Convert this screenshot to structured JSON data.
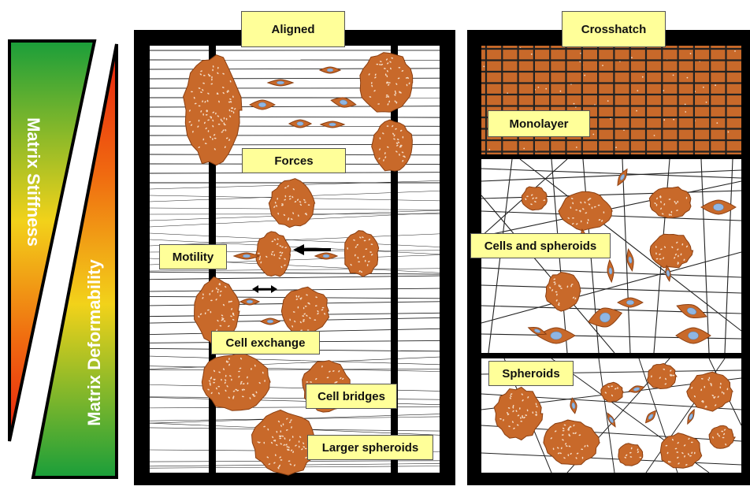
{
  "gradients": {
    "stiffness": {
      "label": "Matrix Stiffness",
      "colors": [
        "#1a9e3a",
        "#f2d21a",
        "#f06a10",
        "#e81e0e"
      ]
    },
    "deformability": {
      "label": "Matrix Deformability",
      "colors": [
        "#e81e0e",
        "#f06a10",
        "#f2d21a",
        "#1a9e3a"
      ]
    }
  },
  "panels": {
    "aligned": {
      "title": "Aligned",
      "labels": {
        "forces": "Forces",
        "motility": "Motility",
        "cell_exchange": "Cell exchange",
        "cell_bridges": "Cell bridges",
        "larger_spheroids": "Larger spheroids"
      }
    },
    "crosshatch": {
      "title": "Crosshatch",
      "labels": {
        "monolayer": "Monolayer",
        "cells_and_spheroids": "Cells and spheroids",
        "spheroids": "Spheroids"
      }
    }
  },
  "colors": {
    "cell": "#c8692a",
    "cell_edge": "#8a3f12",
    "nucleus": "#8fb6e3",
    "fiber": "#222222",
    "frame": "#000000",
    "label_fill": "#ffff99"
  }
}
